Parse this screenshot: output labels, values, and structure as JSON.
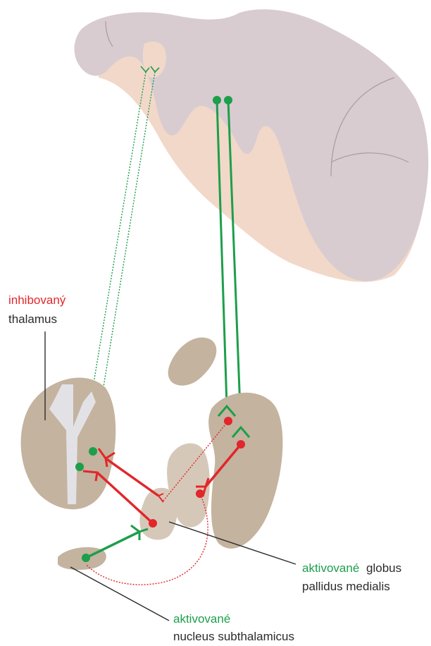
{
  "colors": {
    "excitatory": "#1d9e4b",
    "inhibitory": "#e2262b",
    "cortex_gray": "#d8ccd0",
    "cortex_tissue": "#f2d8c9",
    "nucleus_fill": "#c4b39f",
    "nucleus_fill_light": "#d6c8b8",
    "ventricle": "#e2e2e6",
    "label_text": "#2b2b2b"
  },
  "labels": {
    "thalamus": {
      "state": "inhibovaný",
      "name": "thalamus"
    },
    "gpm": {
      "state": "aktivované",
      "name_line1": "globus",
      "name_line2": "pallidus medialis"
    },
    "stn": {
      "state": "aktivované",
      "name": "nucleus subthalamicus"
    }
  }
}
